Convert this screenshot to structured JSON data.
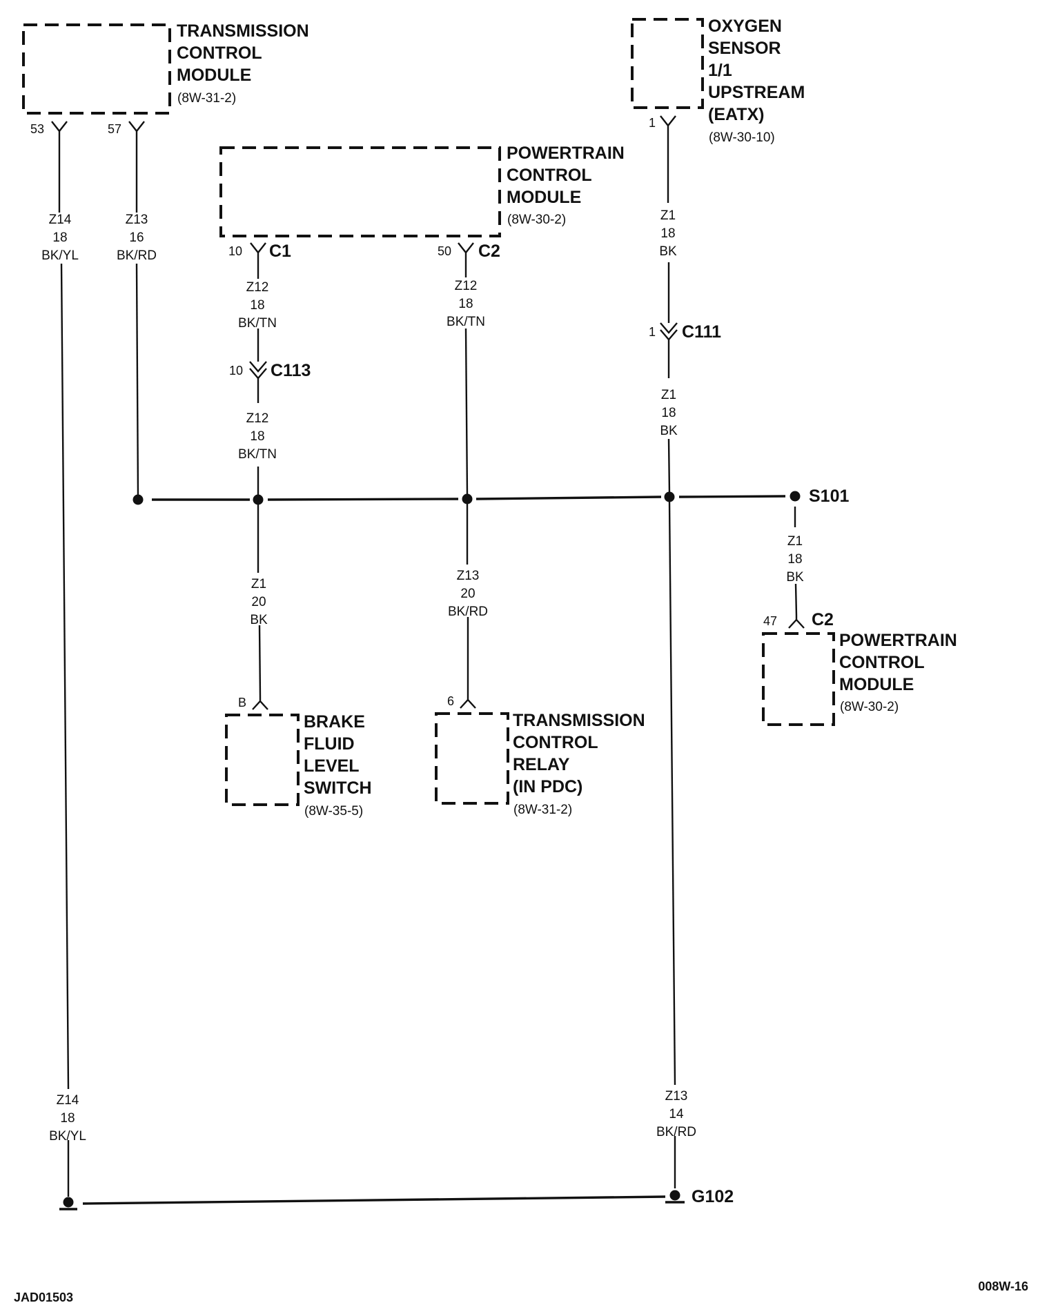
{
  "components": {
    "tcm": {
      "lines": [
        "TRANSMISSION",
        "CONTROL",
        "MODULE"
      ],
      "ref": "(8W-31-2)",
      "pins": [
        "53",
        "57"
      ]
    },
    "pcm_top": {
      "lines": [
        "POWERTRAIN",
        "CONTROL",
        "MODULE"
      ],
      "ref": "(8W-30-2)",
      "pin_c1": "10",
      "conn_c1": "C1",
      "pin_c2": "50",
      "conn_c2": "C2"
    },
    "o2": {
      "lines": [
        "OXYGEN",
        "SENSOR",
        "1/1",
        "UPSTREAM",
        "(EATX)"
      ],
      "ref": "(8W-30-10)",
      "pin": "1"
    },
    "pcm_right": {
      "lines": [
        "POWERTRAIN",
        "CONTROL",
        "MODULE"
      ],
      "ref": "(8W-30-2)",
      "pin": "47",
      "conn": "C2"
    },
    "brake": {
      "lines": [
        "BRAKE",
        "FLUID",
        "LEVEL",
        "SWITCH"
      ],
      "ref": "(8W-35-5)",
      "pin": "B"
    },
    "relay": {
      "lines": [
        "TRANSMISSION",
        "CONTROL",
        "RELAY",
        "(IN PDC)"
      ],
      "ref": "(8W-31-2)",
      "pin": "6"
    }
  },
  "connectors": {
    "c113": {
      "pin": "10",
      "name": "C113"
    },
    "c111": {
      "pin": "1",
      "name": "C111"
    }
  },
  "splice": "S101",
  "ground": "G102",
  "wires": {
    "z14_top": [
      "Z14",
      "18",
      "BK/YL"
    ],
    "z13_top": [
      "Z13",
      "16",
      "BK/RD"
    ],
    "z12_c1": [
      "Z12",
      "18",
      "BK/TN"
    ],
    "z12_c113": [
      "Z12",
      "18",
      "BK/TN"
    ],
    "z12_c2": [
      "Z12",
      "18",
      "BK/TN"
    ],
    "z1_o2": [
      "Z1",
      "18",
      "BK"
    ],
    "z1_c111": [
      "Z1",
      "18",
      "BK"
    ],
    "z1_s101": [
      "Z1",
      "18",
      "BK"
    ],
    "z1_brake": [
      "Z1",
      "20",
      "BK"
    ],
    "z13_relay": [
      "Z13",
      "20",
      "BK/RD"
    ],
    "z14_bottom": [
      "Z14",
      "18",
      "BK/YL"
    ],
    "z13_bottom": [
      "Z13",
      "14",
      "BK/RD"
    ]
  },
  "footer": {
    "left": "JAD01503",
    "right": "008W-16"
  }
}
